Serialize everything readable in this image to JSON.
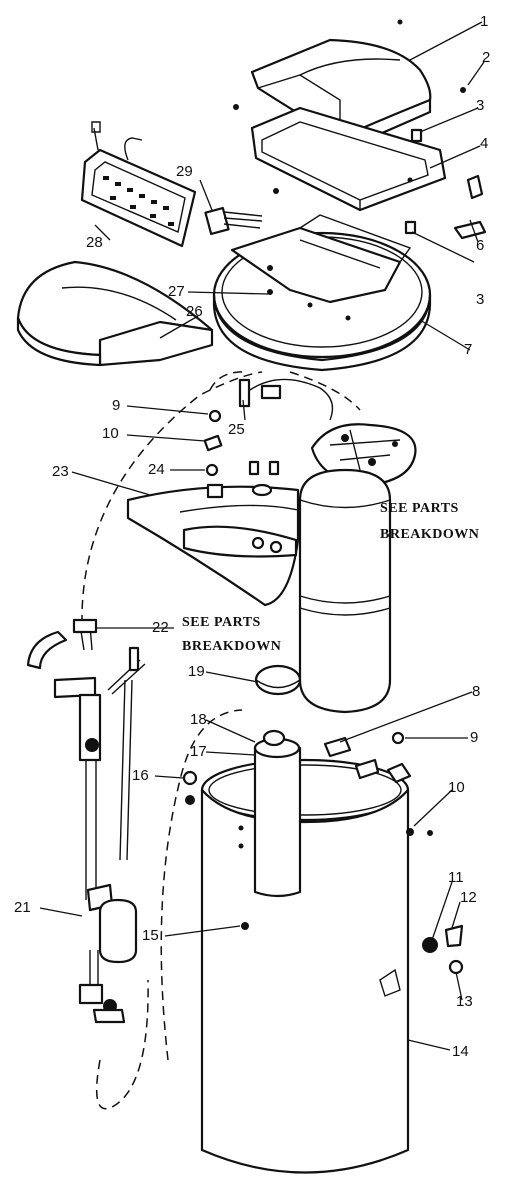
{
  "callouts": [
    "1",
    "2",
    "3",
    "4",
    "3",
    "6",
    "7",
    "28",
    "29",
    "27",
    "26",
    "9",
    "10",
    "25",
    "24",
    "23",
    "22",
    "19",
    "18",
    "17",
    "16",
    "15",
    "21",
    "8",
    "9",
    "10",
    "11",
    "12",
    "13",
    "14"
  ],
  "notes": {
    "upper": [
      "SEE PARTS",
      "BREAKDOWN"
    ],
    "middle": [
      "SEE PARTS",
      "BREAKDOWN"
    ]
  }
}
